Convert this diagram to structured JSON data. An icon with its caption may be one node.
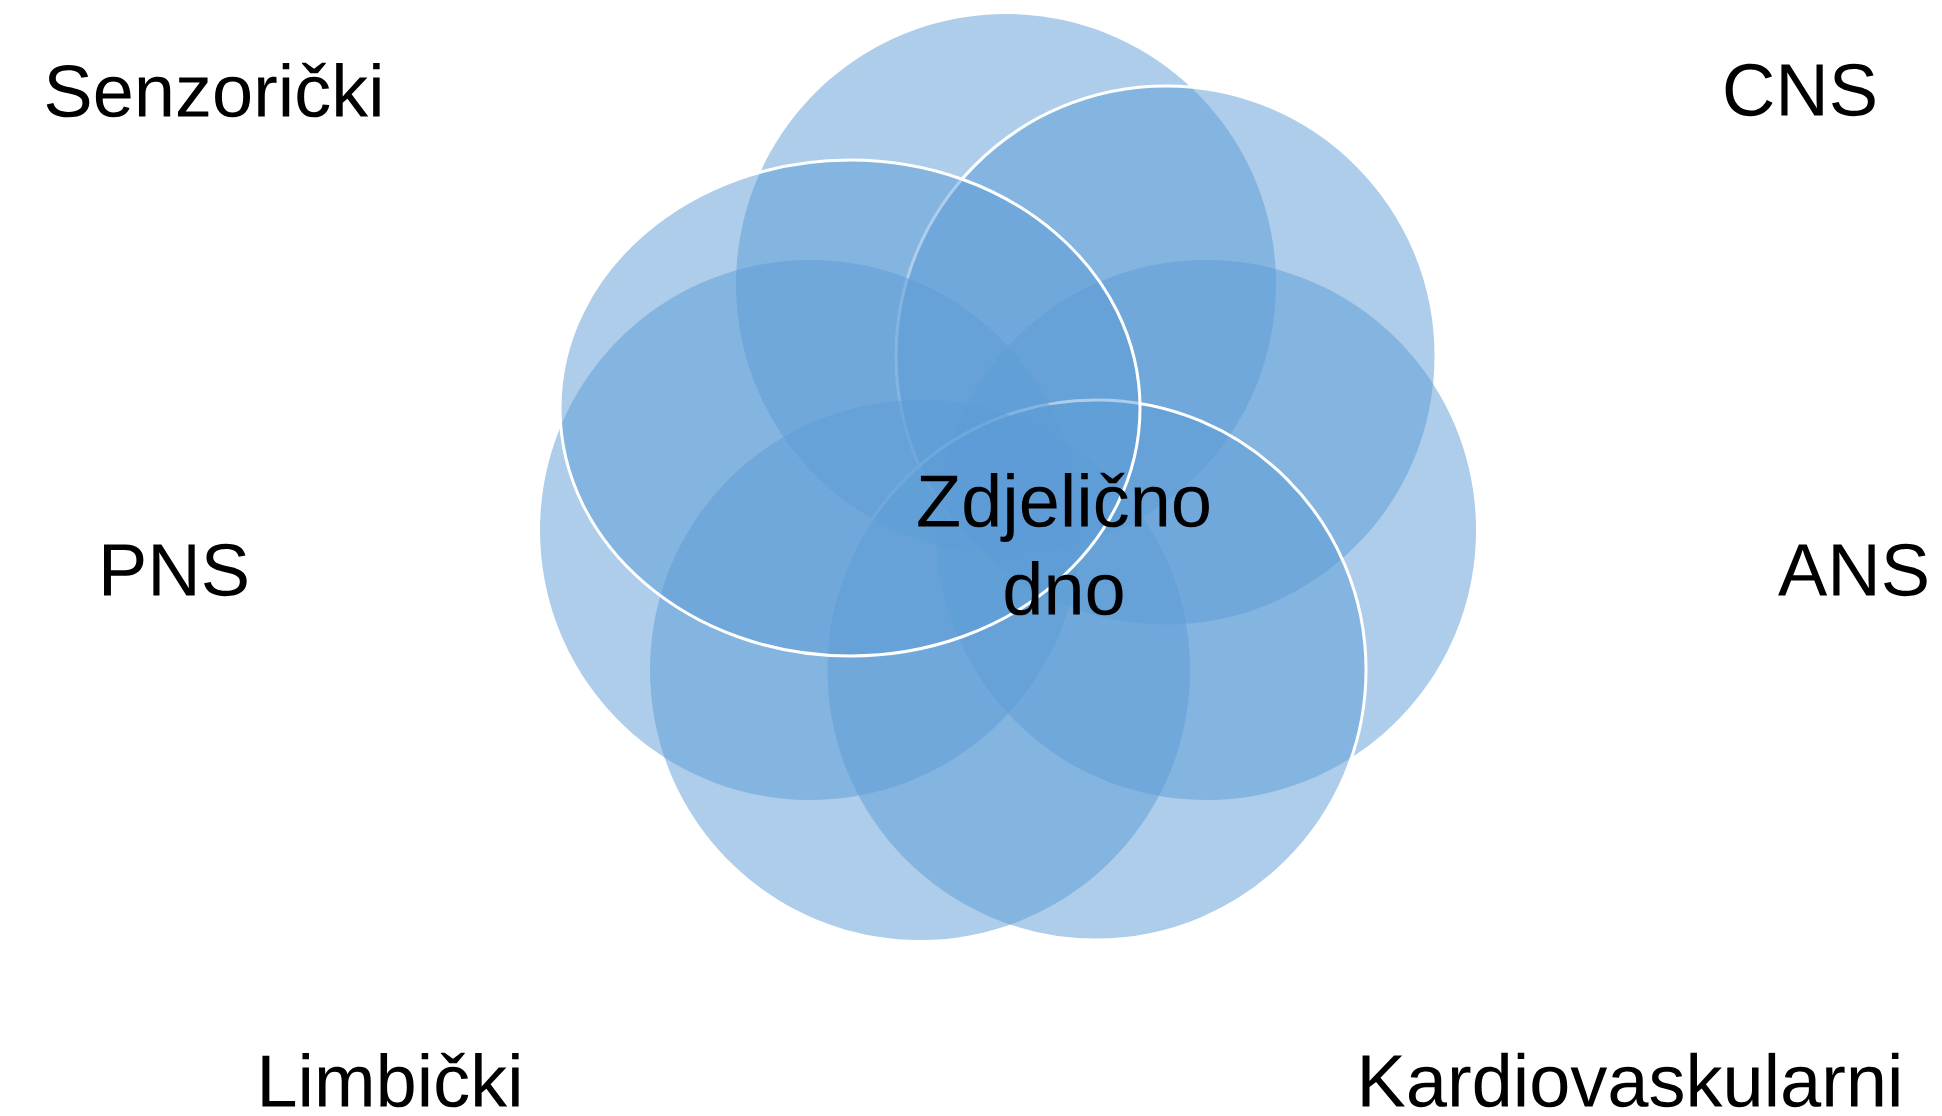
{
  "diagram": {
    "nodes": [
      {
        "text": [],
        "shape": "circle"
      },
      {
        "text": [],
        "shape": "circle"
      },
      {
        "text": [],
        "shape": "circle"
      },
      {
        "text": [],
        "shape": "circle"
      },
      {
        "text": [],
        "shape": "circle"
      },
      {
        "text": [],
        "shape": "circle"
      },
      {
        "text": [],
        "shape": "circle"
      }
    ],
    "labels": [
      "Senzorički",
      "CNS",
      "Zdjelično dno",
      "PNS",
      "ANS",
      "Limbički",
      "Kardiovaskularni"
    ]
  }
}
